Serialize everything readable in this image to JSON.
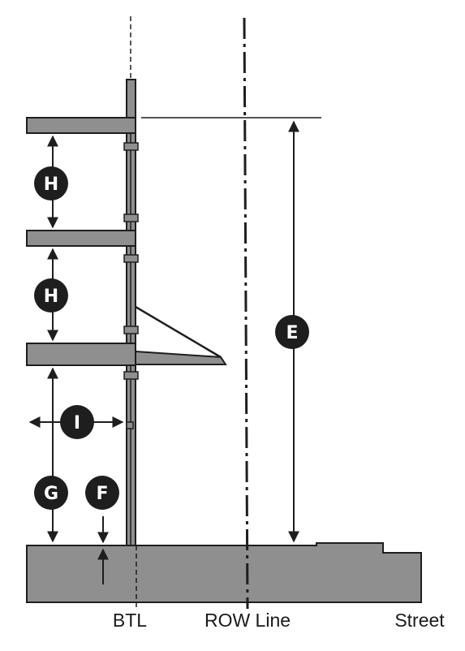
{
  "labels": {
    "btl": "BTL",
    "row_line": "ROW Line",
    "street": "Street"
  },
  "badges": {
    "h_upper": "H",
    "h_lower": "H",
    "e": "E",
    "i": "I",
    "g": "G",
    "f": "F"
  },
  "colors": {
    "fill": "#8f8f8f",
    "stroke": "#1e1e1e",
    "badge": "#1e1e1e"
  }
}
